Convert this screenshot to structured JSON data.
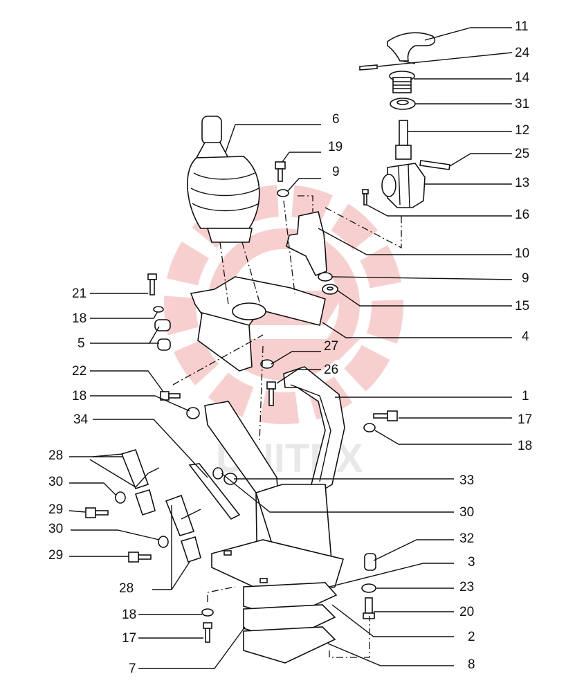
{
  "watermark": {
    "text": "UNITEX",
    "color": "#f4a8a8"
  },
  "labels": {
    "p1": "1",
    "p2": "2",
    "p3": "3",
    "p4": "4",
    "p5": "5",
    "p6": "6",
    "p7": "7",
    "p8": "8",
    "p9a": "9",
    "p9b": "9",
    "p10": "10",
    "p11": "11",
    "p12": "12",
    "p13": "13",
    "p14": "14",
    "p15": "15",
    "p16": "16",
    "p17a": "17",
    "p17b": "17",
    "p18a": "18",
    "p18b": "18",
    "p18c": "18",
    "p18d": "18",
    "p19": "19",
    "p20": "20",
    "p21": "21",
    "p22": "22",
    "p23": "23",
    "p24": "24",
    "p25": "25",
    "p26": "26",
    "p27": "27",
    "p28a": "28",
    "p28b": "28",
    "p29a": "29",
    "p29b": "29",
    "p30a": "30",
    "p30b": "30",
    "p30c": "30",
    "p31": "31",
    "p32": "32",
    "p33": "33",
    "p34": "34"
  }
}
